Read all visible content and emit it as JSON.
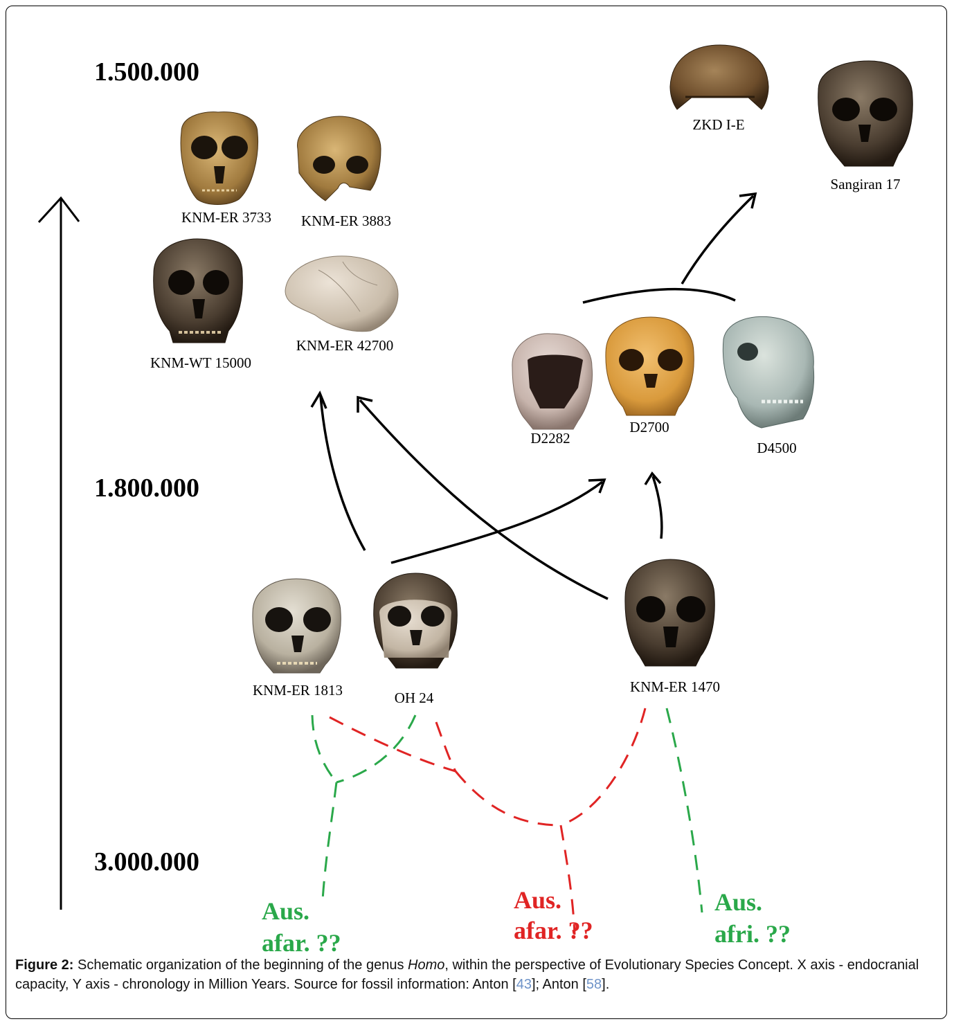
{
  "time_axis": {
    "labels": [
      "1.500.000",
      "1.800.000",
      "3.000.000"
    ]
  },
  "fossils": [
    {
      "id": "knm-er-3733",
      "label": "KNM-ER 3733"
    },
    {
      "id": "knm-er-3883",
      "label": "KNM-ER 3883"
    },
    {
      "id": "knm-wt-15000",
      "label": "KNM-WT 15000"
    },
    {
      "id": "knm-er-42700",
      "label": "KNM-ER 42700"
    },
    {
      "id": "zkd-i-e",
      "label": "ZKD I-E"
    },
    {
      "id": "sangiran-17",
      "label": "Sangiran 17"
    },
    {
      "id": "d2282",
      "label": "D2282"
    },
    {
      "id": "d2700",
      "label": "D2700"
    },
    {
      "id": "d4500",
      "label": "D4500"
    },
    {
      "id": "knm-er-1813",
      "label": "KNM-ER 1813"
    },
    {
      "id": "oh-24",
      "label": "OH 24"
    },
    {
      "id": "knm-er-1470",
      "label": "KNM-ER 1470"
    }
  ],
  "ancestors": [
    {
      "line1": "Aus.",
      "line2": "afar. ??",
      "color": "#2aa84a"
    },
    {
      "line1": "Aus.",
      "line2": "afar. ??",
      "color": "#e02424"
    },
    {
      "line1": "Aus.",
      "line2": "afri. ??",
      "color": "#2aa84a"
    }
  ],
  "colors": {
    "green": "#2aa84a",
    "red": "#e02424",
    "arrow": "#000000"
  },
  "caption": {
    "figure": "Figure 2:",
    "text_a": " Schematic organization of the beginning of the genus ",
    "italic": "Homo",
    "text_b": ", within the perspective of Evolutionary Species Concept. X axis - endocranial capacity, Y axis - chronology in Million Years. Source for fossil information: Anton [",
    "ref1": "43",
    "text_c": "]; Anton [",
    "ref2": "58",
    "text_d": "]."
  }
}
